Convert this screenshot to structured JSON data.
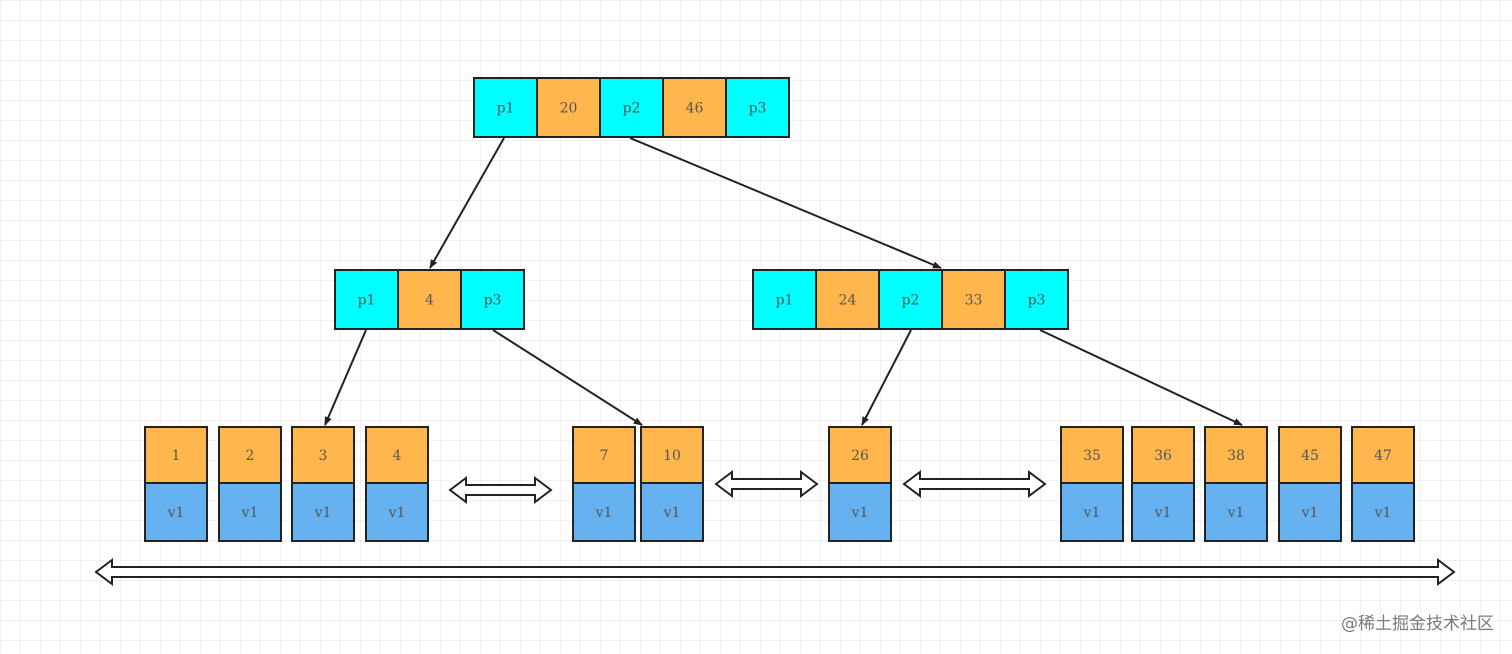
{
  "colors": {
    "pointer_cell": "#00FFFF",
    "key_cell": "#FFB64D",
    "value_cell": "#66B2F0",
    "stroke": "#222222",
    "text": "#555555"
  },
  "root": {
    "cells": [
      "p1",
      "20",
      "p2",
      "46",
      "p3"
    ]
  },
  "internal_left": {
    "cells": [
      "p1",
      "4",
      "p3"
    ]
  },
  "internal_right": {
    "cells": [
      "p1",
      "24",
      "p2",
      "33",
      "p3"
    ]
  },
  "leaves": [
    {
      "keys": [
        "1",
        "2",
        "3",
        "4"
      ],
      "values": [
        "v1",
        "v1",
        "v1",
        "v1"
      ]
    },
    {
      "keys": [
        "7",
        "10"
      ],
      "values": [
        "v1",
        "v1"
      ]
    },
    {
      "keys": [
        "26"
      ],
      "values": [
        "v1"
      ]
    },
    {
      "keys": [
        "35",
        "36",
        "38",
        "45",
        "47"
      ],
      "values": [
        "v1",
        "v1",
        "v1",
        "v1",
        "v1"
      ]
    }
  ],
  "watermark": "@稀土掘金技术社区"
}
